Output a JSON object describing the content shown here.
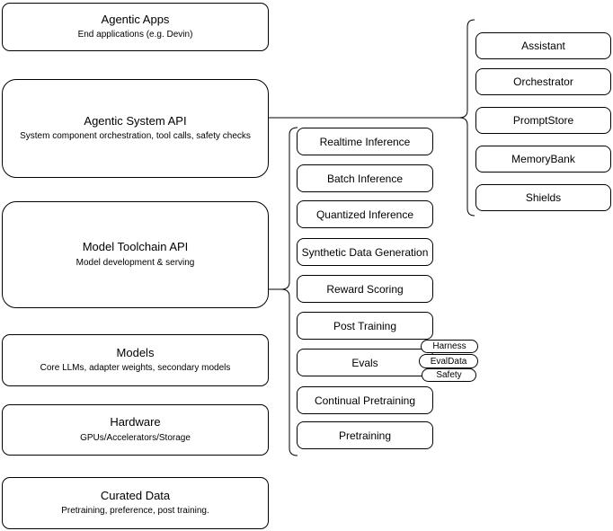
{
  "diagram": {
    "background_color": "#ffffff",
    "stroke_color": "#000000",
    "text_color": "#000000"
  },
  "left_column": [
    {
      "title": "Agentic Apps",
      "subtitle": "End applications (e.g. Devin)"
    },
    {
      "title": "Agentic System API",
      "subtitle": "System component orchestration, tool calls, safety checks"
    },
    {
      "title": "Model Toolchain API",
      "subtitle": "Model development & serving"
    },
    {
      "title": "Models",
      "subtitle": "Core LLMs, adapter weights, secondary models"
    },
    {
      "title": "Hardware",
      "subtitle": "GPUs/Accelerators/Storage"
    },
    {
      "title": "Curated Data",
      "subtitle": "Pretraining, preference, post training."
    }
  ],
  "toolchain_services": [
    {
      "label": "Realtime Inference"
    },
    {
      "label": "Batch Inference"
    },
    {
      "label": "Quantized Inference"
    },
    {
      "label": "Synthetic Data Generation"
    },
    {
      "label": "Reward Scoring"
    },
    {
      "label": "Post Training"
    },
    {
      "label": "Evals"
    },
    {
      "label": "Continual Pretraining"
    },
    {
      "label": "Pretraining"
    }
  ],
  "evals_tags": [
    {
      "label": "Harness"
    },
    {
      "label": "EvalData"
    },
    {
      "label": "Safety"
    }
  ],
  "system_components": [
    {
      "label": "Assistant"
    },
    {
      "label": "Orchestrator"
    },
    {
      "label": "PromptStore"
    },
    {
      "label": "MemoryBank"
    },
    {
      "label": "Shields"
    }
  ]
}
